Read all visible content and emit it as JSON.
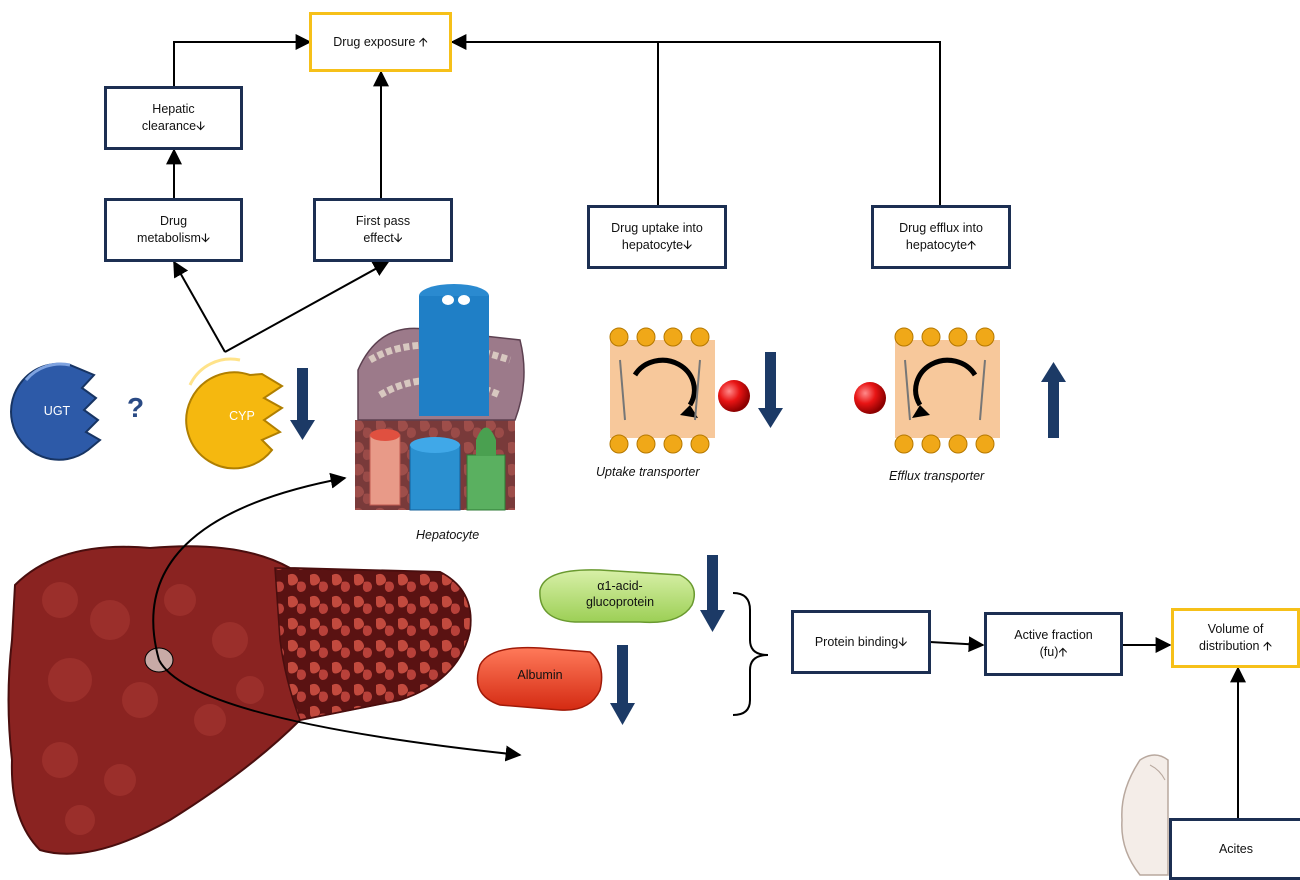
{
  "boxes": {
    "drug_exposure": "Drug exposure 🡩",
    "hepatic_clearance": "Hepatic\nclearance🡫",
    "drug_metabolism": "Drug\nmetabolism🡫",
    "first_pass": "First pass\neffect🡫",
    "drug_uptake": "Drug uptake into\nhepatocyte🡫",
    "drug_efflux": "Drug efflux into\nhepatocyte🡩",
    "protein_binding": "Protein binding🡫",
    "active_fraction": "Active fraction\n(fu)🡩",
    "volume_distribution": "Volume of\ndistribution 🡩",
    "acites": "Acites"
  },
  "labels": {
    "ugt": "UGT",
    "question": "?",
    "cyp": "CYP",
    "hepatocyte": "Hepatocyte",
    "uptake_transporter": "Uptake transporter",
    "efflux_transporter": "Efflux transporter",
    "a1_glycoprotein": "α1-acid-\nglucoprotein",
    "albumin": "Albumin"
  },
  "colors": {
    "box_border": "#1c2f52",
    "highlight_border": "#f6c019",
    "arrow_blue": "#1c3a66",
    "liver": "#8a2321"
  }
}
